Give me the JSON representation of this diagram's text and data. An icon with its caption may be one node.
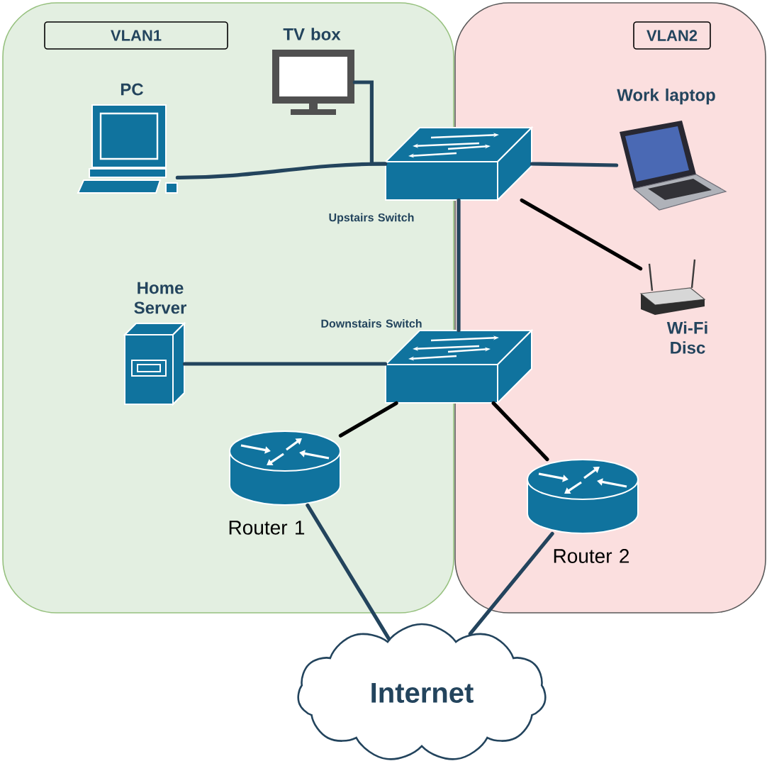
{
  "diagram": {
    "nodes": [
      {
        "text": [
          "VLAN1"
        ]
      },
      {
        "text": [
          "VLAN2"
        ]
      },
      {
        "text": [
          "TV box"
        ],
        "in": 0
      },
      {
        "text": [
          "PC"
        ],
        "in": 0
      },
      {
        "text": [
          "Work laptop"
        ],
        "in": 1
      },
      {
        "text": [
          "Upstairs Switch"
        ]
      },
      {
        "text": [
          "Wi-Fi Disc"
        ],
        "in": 1
      },
      {
        "text": [
          "Home Server"
        ],
        "in": 0
      },
      {
        "text": [
          "Downstairs Switch"
        ]
      },
      {
        "text": [
          "Router 1"
        ],
        "in": 0
      },
      {
        "text": [
          "Router 2"
        ],
        "in": 1
      },
      {
        "text": [
          "Internet"
        ]
      }
    ],
    "edges": [
      {
        "from": 3,
        "to": 5,
        "arrow": "none"
      },
      {
        "from": 2,
        "to": 5,
        "arrow": "none"
      },
      {
        "from": 5,
        "to": 4,
        "arrow": "none"
      },
      {
        "from": 5,
        "to": 6,
        "arrow": "none",
        "color": "#000000"
      },
      {
        "from": 5,
        "to": 8,
        "arrow": "none"
      },
      {
        "from": 7,
        "to": 8,
        "arrow": "none"
      },
      {
        "from": 8,
        "to": 9,
        "arrow": "none",
        "color": "#000000"
      },
      {
        "from": 8,
        "to": 10,
        "arrow": "none",
        "color": "#000000"
      },
      {
        "from": 9,
        "to": 11,
        "arrow": "none"
      },
      {
        "from": 10,
        "to": 11,
        "arrow": "none"
      }
    ]
  }
}
